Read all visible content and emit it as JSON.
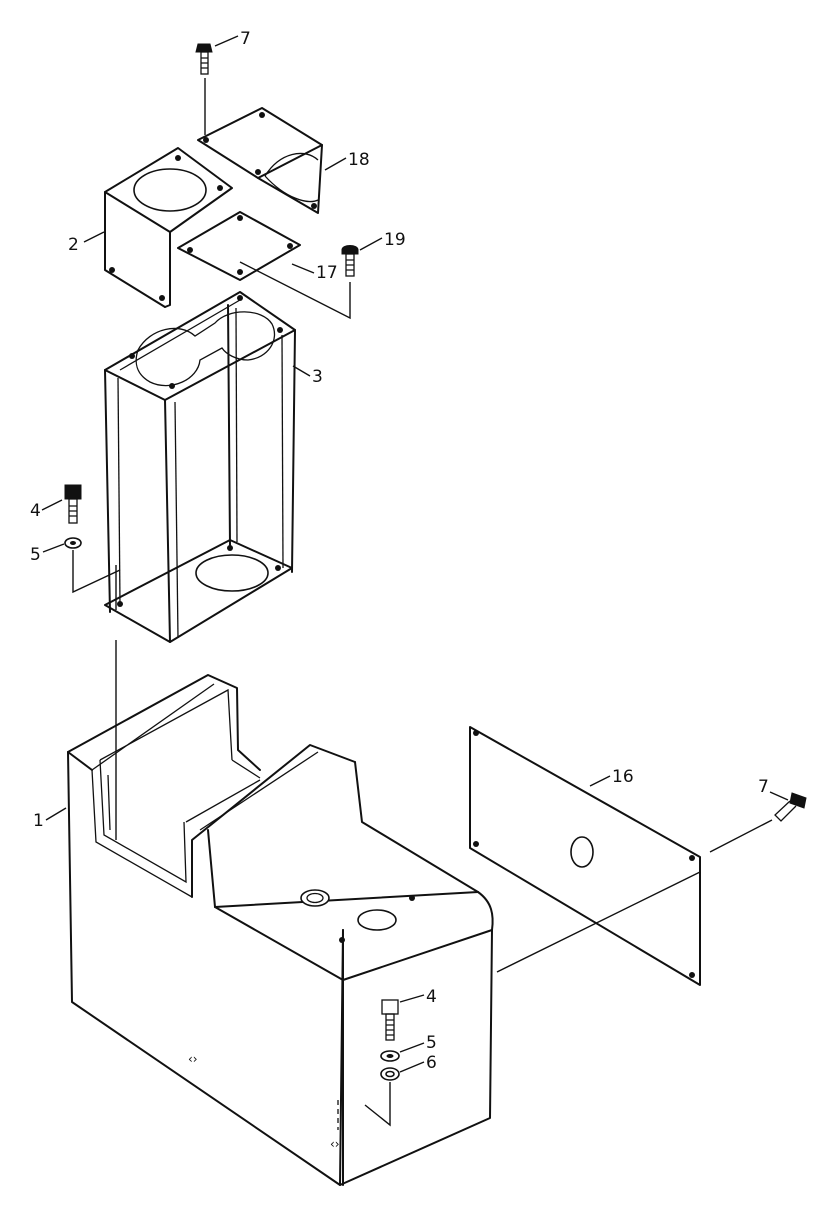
{
  "colors": {
    "line": "#111111",
    "background": "#ffffff"
  },
  "callouts": {
    "bolt_top": "7",
    "bolt_right": "7",
    "plate_18": "18",
    "cover_2": "2",
    "plate_17": "17",
    "screw_19": "19",
    "frame_3": "3",
    "bolt_left": "4",
    "washer_left": "5",
    "base_1": "1",
    "panel_16": "16",
    "bolt_base": "4",
    "washer_base": "5",
    "nut_base": "6"
  }
}
